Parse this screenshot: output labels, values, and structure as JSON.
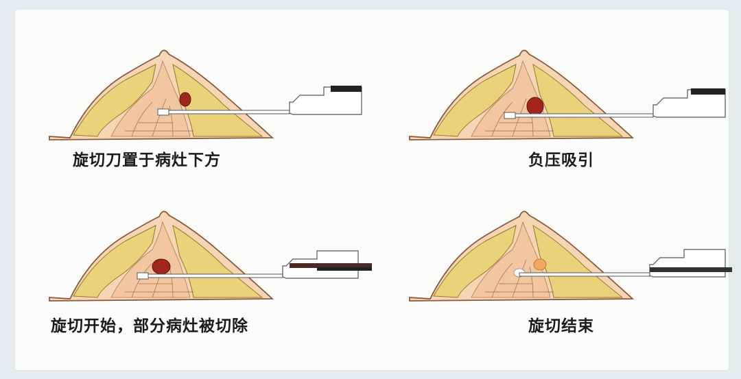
{
  "steps": [
    {
      "caption": "旋切刀置于病灶下方"
    },
    {
      "caption": "负压吸引"
    },
    {
      "caption": "旋切开始，部分病灶被切除"
    },
    {
      "caption": "旋切结束"
    }
  ],
  "colors": {
    "background": "#e6ecee",
    "card": "#fbfbfa",
    "skin": "#f6d5b4",
    "skin_outline": "#8a5a3c",
    "fat": "#e9d27a",
    "fat_outline": "#8f7a2a",
    "gland": "#f1c6a0",
    "lesion": "#a3261c",
    "needle_dark": "#222222",
    "needle_outline": "#555555"
  },
  "icons": [
    "breast-cross-section-icon",
    "biopsy-needle-icon",
    "lesion-icon"
  ]
}
